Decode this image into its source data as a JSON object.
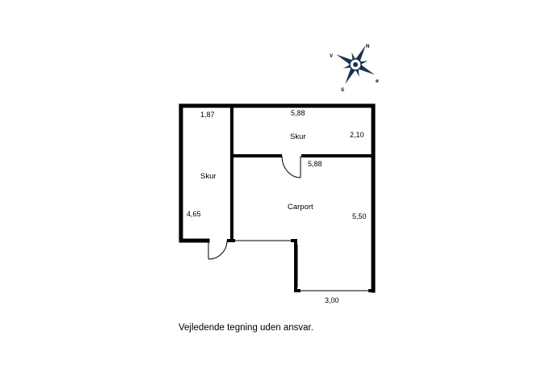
{
  "compass": {
    "icon": "compass-rose-icon",
    "north": "N",
    "west": "V",
    "south": "S",
    "east": "ø"
  },
  "rooms": {
    "skur_top": "Skur",
    "skur_left": "Skur",
    "carport": "Carport"
  },
  "dimensions": {
    "skur_top_width": "5,88",
    "skur_top_depth": "2,10",
    "skur_left_width": "1,87",
    "skur_left_depth": "4,65",
    "carport_width": "5,88",
    "carport_depth": "5,50",
    "carport_opening": "3,00"
  },
  "footer": {
    "disclaimer": "Vejledende tegning uden ansvar."
  },
  "colors": {
    "wall": "#000000",
    "background": "#ffffff",
    "compass_fill": "#1c3150"
  }
}
